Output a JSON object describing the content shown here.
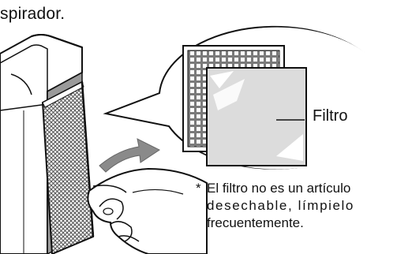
{
  "header": {
    "text": "spirador."
  },
  "callout": {
    "filter_label": "Filtro"
  },
  "note": {
    "star": "*",
    "line1": "El filtro no es un artículo",
    "line2": "desechable, límpielo",
    "line3": "frecuentemente."
  },
  "icons": [
    "purifier-body-icon",
    "filter-panel-icon",
    "arrow-icon",
    "hand-icon",
    "speech-bubble-icon",
    "filter-icon"
  ],
  "colors": {
    "line": "#111111",
    "shade": "#8a8a8a",
    "mesh": "#555555",
    "filter_fill": "#d9d9d9"
  }
}
